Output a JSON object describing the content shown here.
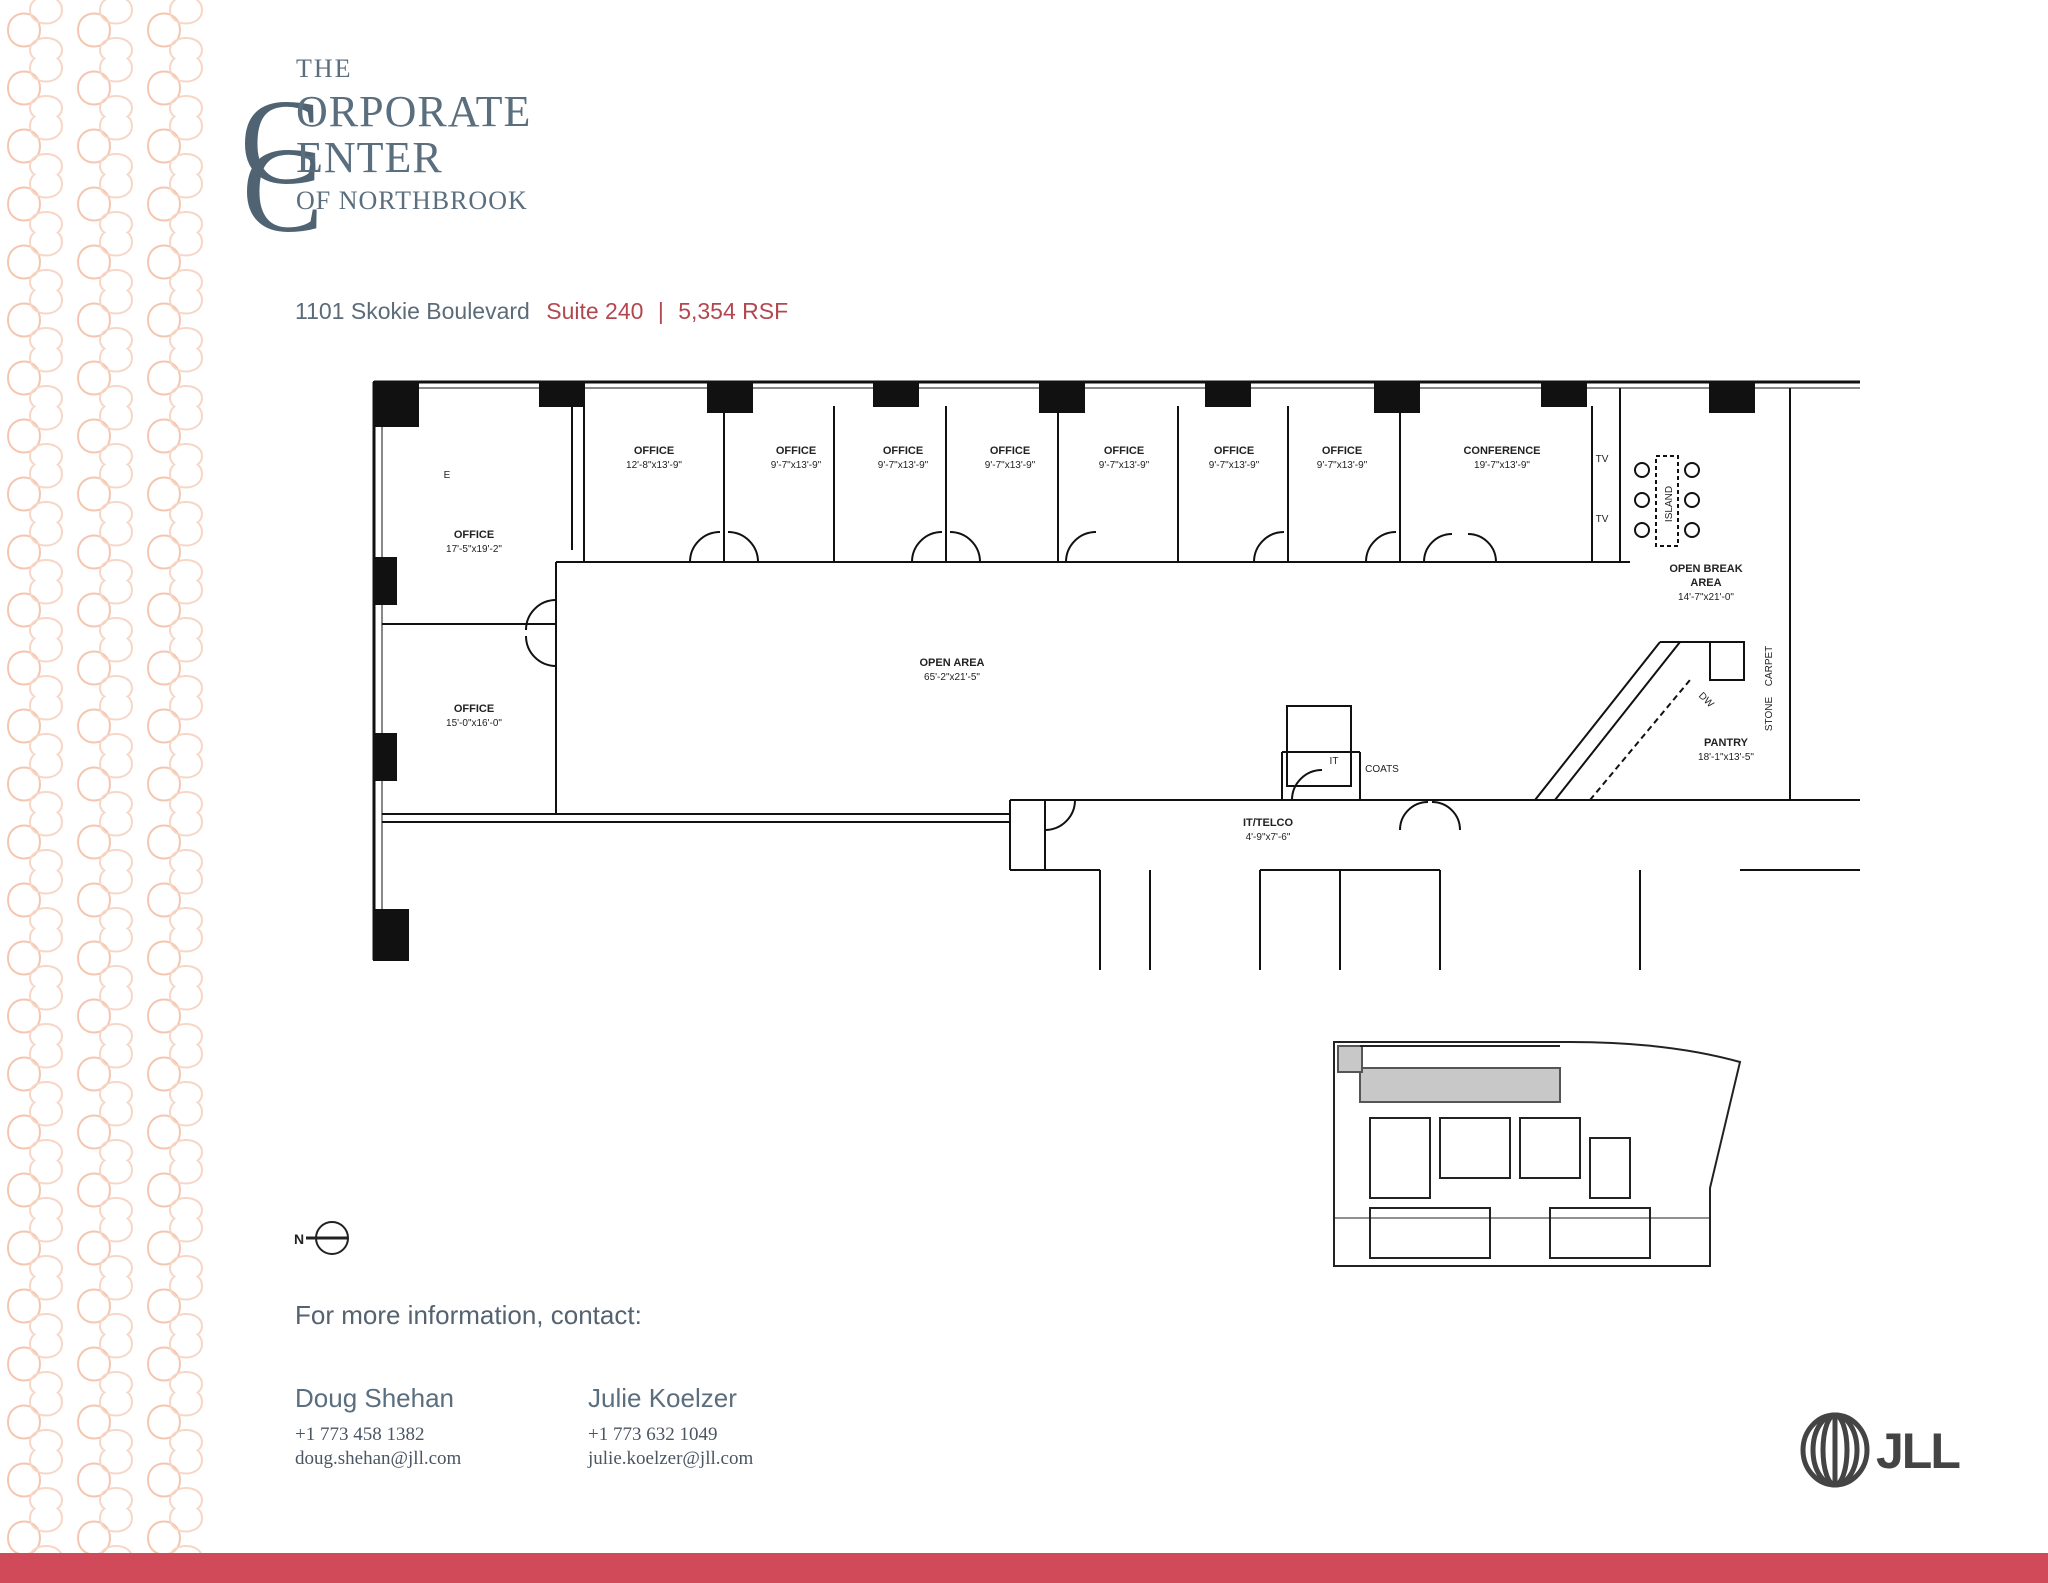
{
  "brand": {
    "line_the": "THE",
    "big_letter_1": "C",
    "big_letter_2": "C",
    "line_orporate": "ORPORATE",
    "line_enter": "ENTER",
    "line_of": "OF NORTHBROOK",
    "pattern_color": "#f4c6b0",
    "logo_color": "#4f6372"
  },
  "listing": {
    "address": "1101 Skokie Boulevard",
    "suite": "Suite 240",
    "separator": "|",
    "rsf": "5,354 RSF",
    "accent_color": "#b2484f"
  },
  "floorplan": {
    "rooms": [
      {
        "name": "OFFICE",
        "dims": "12'-8\"x13'-9\""
      },
      {
        "name": "OFFICE",
        "dims": "9'-7\"x13'-9\""
      },
      {
        "name": "OFFICE",
        "dims": "9'-7\"x13'-9\""
      },
      {
        "name": "OFFICE",
        "dims": "9'-7\"x13'-9\""
      },
      {
        "name": "OFFICE",
        "dims": "9'-7\"x13'-9\""
      },
      {
        "name": "OFFICE",
        "dims": "9'-7\"x13'-9\""
      },
      {
        "name": "OFFICE",
        "dims": "9'-7\"x13'-9\""
      },
      {
        "name": "CONFERENCE",
        "dims": "19'-7\"x13'-9\""
      },
      {
        "name": "OFFICE",
        "dims": "17'-5\"x19'-2\""
      },
      {
        "name": "OFFICE",
        "dims": "15'-0\"x16'-0\""
      },
      {
        "name": "OPEN AREA",
        "dims": "65'-2\"x21'-5\""
      },
      {
        "name": "OPEN BREAK",
        "dims": "AREA"
      },
      {
        "name": "PANTRY",
        "dims": "18'-1\"x13'-5\""
      },
      {
        "name": "IT/TELCO",
        "dims": "4'-9\"x7'-6\""
      }
    ],
    "break_area_dims": "14'-7\"x21'-0\"",
    "small_labels": {
      "tv1": "TV",
      "tv2": "TV",
      "island": "ISLAND",
      "coats": "COATS",
      "it": "IT",
      "dw": "DW",
      "carpet": "CARPET",
      "stone": "STONE",
      "e": "E"
    }
  },
  "compass": {
    "label": "N"
  },
  "contact": {
    "heading": "For more information, contact:",
    "people": [
      {
        "name": "Doug Shehan",
        "phone": "+1 773 458 1382",
        "email": "doug.shehan@jll.com"
      },
      {
        "name": "Julie Koelzer",
        "phone": "+1 773 632 1049",
        "email": "julie.koelzer@jll.com"
      }
    ]
  },
  "footer": {
    "logo_text": "JLL",
    "bar_color": "#d14a5a"
  }
}
